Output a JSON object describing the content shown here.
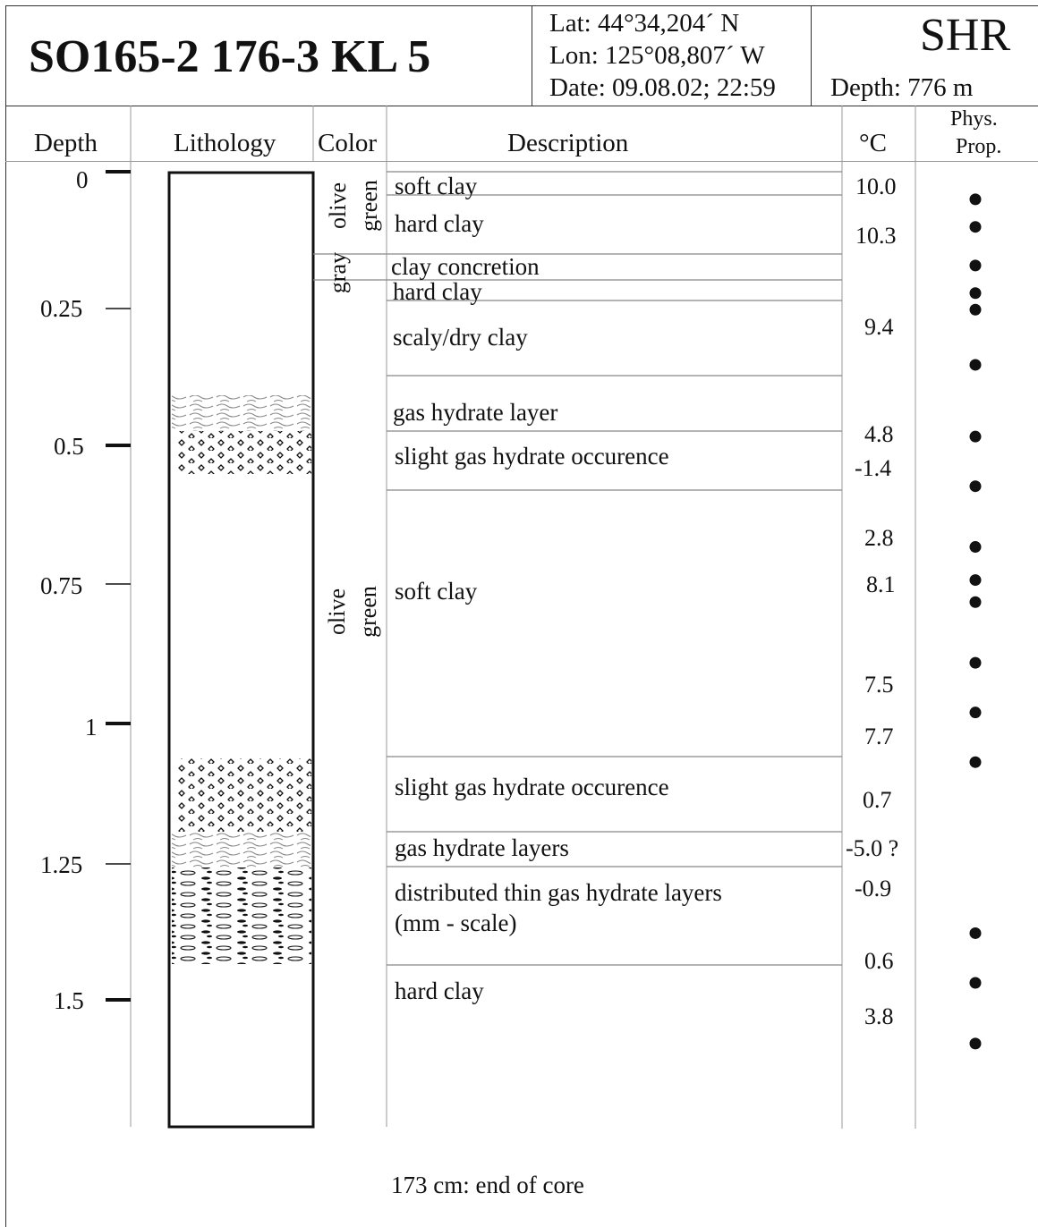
{
  "header": {
    "core_id": "SO165-2 176-3 KL 5",
    "lat": "Lat: 44°34,204´ N",
    "lon": "Lon: 125°08,807´ W",
    "date": "Date: 09.08.02; 22:59",
    "site": "SHR",
    "water_depth": "Depth: 776 m"
  },
  "columns": {
    "depth": "Depth",
    "lithology": "Lithology",
    "color": "Color",
    "description": "Description",
    "temperature": "°C",
    "phys_prop_1": "Phys.",
    "phys_prop_2": "Prop."
  },
  "depth_ticks": [
    "0",
    "0.25",
    "0.5",
    "0.75",
    "1",
    "1.25",
    "1.5"
  ],
  "colors": [
    {
      "word1": "olive",
      "word2": "green"
    },
    {
      "word1": "gray",
      "word2": ""
    },
    {
      "word1": "olive",
      "word2": "green"
    }
  ],
  "descriptions": [
    "soft clay",
    "hard clay",
    "clay concretion",
    "hard clay",
    "scaly/dry clay",
    "gas hydrate layer",
    "slight gas hydrate occurence",
    "soft clay",
    "slight gas hydrate occurence",
    "gas hydrate layers",
    "distributed thin gas hydrate layers",
    "(mm - scale)",
    "hard clay"
  ],
  "temperatures": [
    "10.0",
    "10.3",
    "9.4",
    "4.8",
    "-1.4",
    "2.8",
    "8.1",
    "7.5",
    "7.7",
    "0.7",
    "-5.0 ?",
    "-0.9",
    "0.6",
    "3.8"
  ],
  "footer": "173 cm: end of core",
  "chart_data": {
    "type": "scatter",
    "title": "",
    "ylabel": "Depth",
    "ylim": [
      0,
      1.73
    ],
    "phys_prop_sample_depths": [
      0.05,
      0.1,
      0.17,
      0.22,
      0.25,
      0.35,
      0.48,
      0.57,
      0.68,
      0.74,
      0.78,
      0.89,
      0.98,
      1.07,
      1.38,
      1.47,
      1.58
    ],
    "temperature_profile": [
      {
        "depth": 0.02,
        "value": 10.0
      },
      {
        "depth": 0.1,
        "value": 10.3
      },
      {
        "depth": 0.28,
        "value": 9.4
      },
      {
        "depth": 0.48,
        "value": 4.8
      },
      {
        "depth": 0.54,
        "value": -1.4
      },
      {
        "depth": 0.66,
        "value": 2.8
      },
      {
        "depth": 0.74,
        "value": 8.1
      },
      {
        "depth": 0.92,
        "value": 7.5
      },
      {
        "depth": 1.01,
        "value": 7.7
      },
      {
        "depth": 1.12,
        "value": 0.7
      },
      {
        "depth": 1.21,
        "value": -5.0
      },
      {
        "depth": 1.28,
        "value": -0.9
      },
      {
        "depth": 1.41,
        "value": 0.6
      },
      {
        "depth": 1.51,
        "value": 3.8
      }
    ]
  }
}
